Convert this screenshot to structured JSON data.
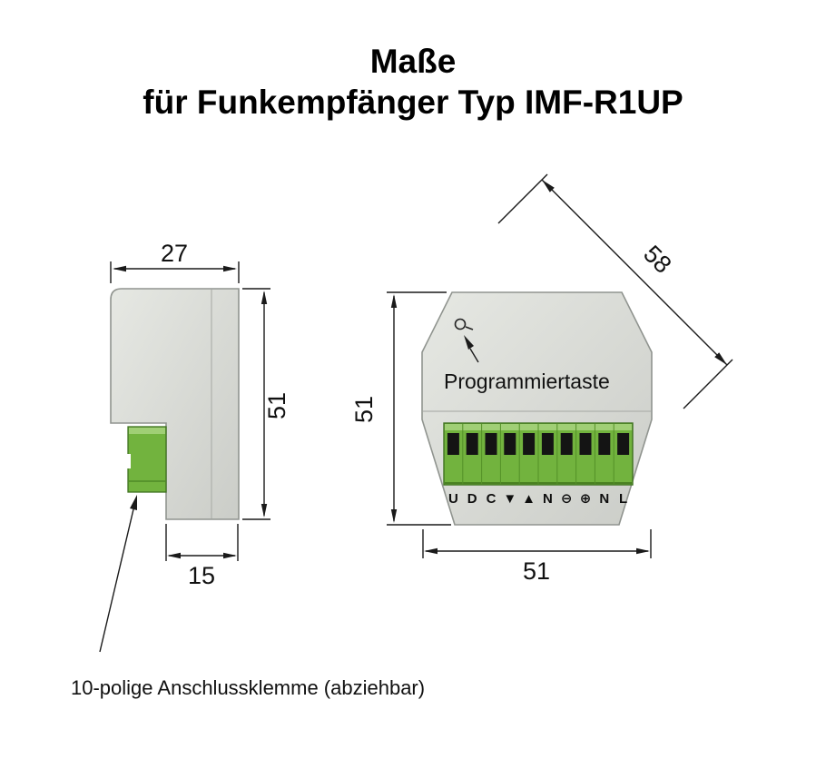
{
  "title": {
    "line1": "Maße",
    "line2": "für Funkempfänger Typ IMF-R1UP"
  },
  "side_view": {
    "dim_width_top": "27",
    "dim_height": "51",
    "dim_width_bottom": "15"
  },
  "front_view": {
    "dim_height": "51",
    "dim_width": "51",
    "dim_diagonal": "58",
    "program_button_label": "Programmiertaste",
    "terminal_labels": [
      "U",
      "D",
      "C",
      "▼",
      "▲",
      "N",
      "⊖",
      "⊕",
      "N",
      "L"
    ]
  },
  "callout_label": "10-polige Anschlussklemme (abziehbar)",
  "colors": {
    "body_gray": "#d6d9d3",
    "terminal_green": "#72b33e",
    "terminal_green_light": "#a0cf75",
    "terminal_hole": "#141414",
    "dimension": "#1a1a1a"
  }
}
